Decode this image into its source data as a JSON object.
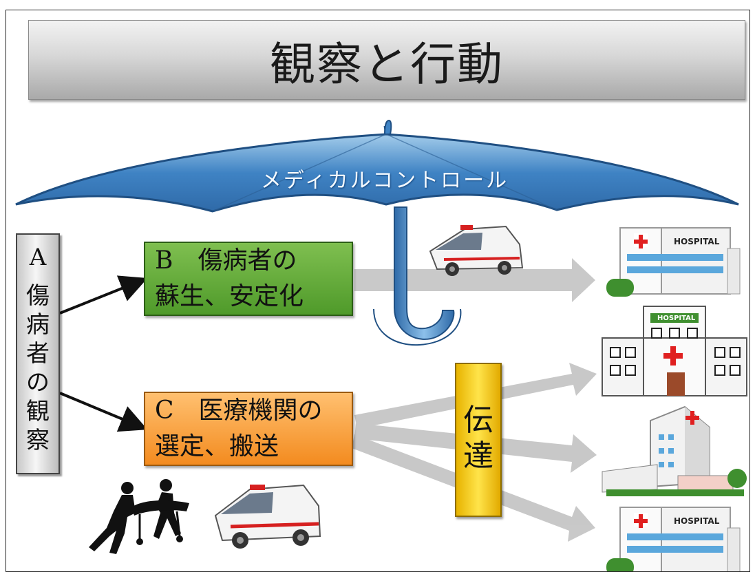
{
  "title": "観察と行動",
  "umbrella_label": "メディカルコントロール",
  "box_a": {
    "chars": [
      "A",
      "傷",
      "病",
      "者",
      "の",
      "観",
      "察"
    ]
  },
  "box_b": {
    "line1": "B　傷病者の",
    "line2": "蘇生、安定化"
  },
  "box_c": {
    "line1": "C　医療機関の",
    "line2": "選定、搬送"
  },
  "box_t": {
    "chars": [
      "伝",
      "達"
    ]
  },
  "hospital_sign": "HOSPITAL",
  "colors": {
    "umbrella": "#5b9bd5",
    "box_b": "#5fa836",
    "box_c": "#f7a035",
    "box_t": "#f5c800",
    "arrow": "#bdbdbd"
  }
}
